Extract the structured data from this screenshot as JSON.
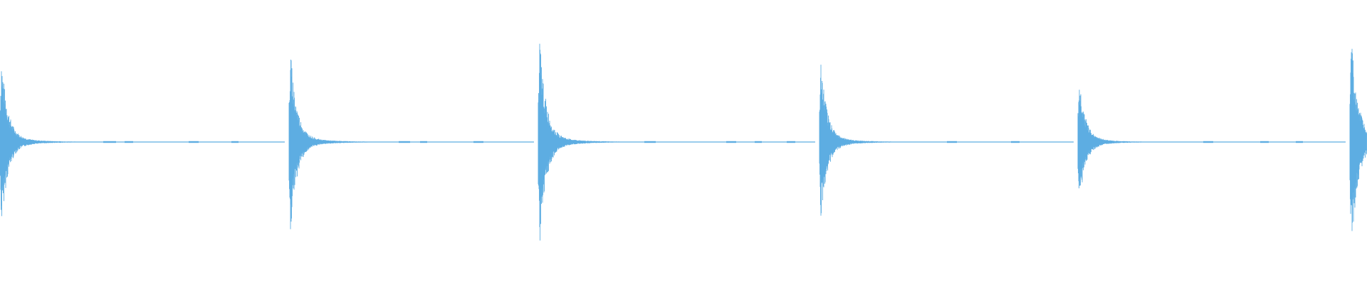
{
  "waveform": {
    "color": "#5dade2",
    "background": "#ffffff",
    "transients": [
      {
        "peak_up": 0.7,
        "peak_down": 0.7
      },
      {
        "peak_up": 0.75,
        "peak_down": 0.75
      },
      {
        "peak_up": 0.85,
        "peak_down": 0.85
      },
      {
        "peak_up": 0.65,
        "peak_down": 0.65
      },
      {
        "peak_up": 0.5,
        "peak_down": 0.5
      },
      {
        "peak_up": 0.9,
        "peak_down": 0.9
      }
    ]
  }
}
